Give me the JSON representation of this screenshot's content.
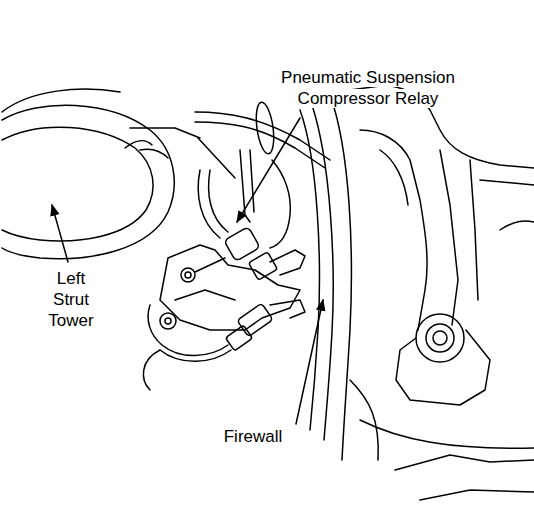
{
  "diagram": {
    "labels": [
      "Pneumatic Suspension Compressor Relay",
      "Left Strut Tower",
      "Firewall"
    ]
  }
}
